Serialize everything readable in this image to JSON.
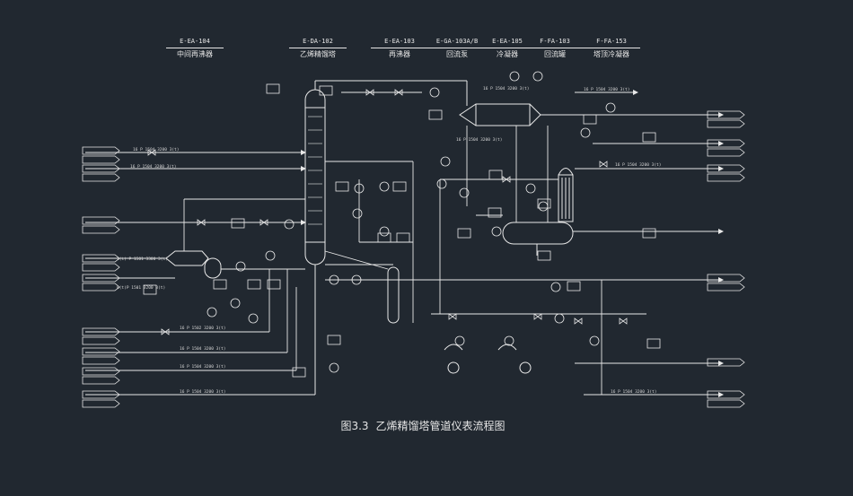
{
  "equipment": [
    {
      "code": "E-EA-104",
      "name": "中间再沸器"
    },
    {
      "code": "E-DA-102",
      "name": "乙烯精馏塔"
    },
    {
      "code": "E-EA-103",
      "name": "再沸器"
    },
    {
      "code": "E-GA-103A/B",
      "name": "回流泵"
    },
    {
      "code": "E-EA-105",
      "name": "冷凝器"
    },
    {
      "code": "F-FA-103",
      "name": "回流罐"
    },
    {
      "code": "F-FA-153",
      "name": "塔顶冷凝器"
    }
  ],
  "caption": {
    "number": "图3.3",
    "title": "乙烯精馏塔管道仪表流程图"
  },
  "colors": {
    "background": "#212830",
    "line": "#e8e8e8",
    "text": "#e6e6e6"
  }
}
